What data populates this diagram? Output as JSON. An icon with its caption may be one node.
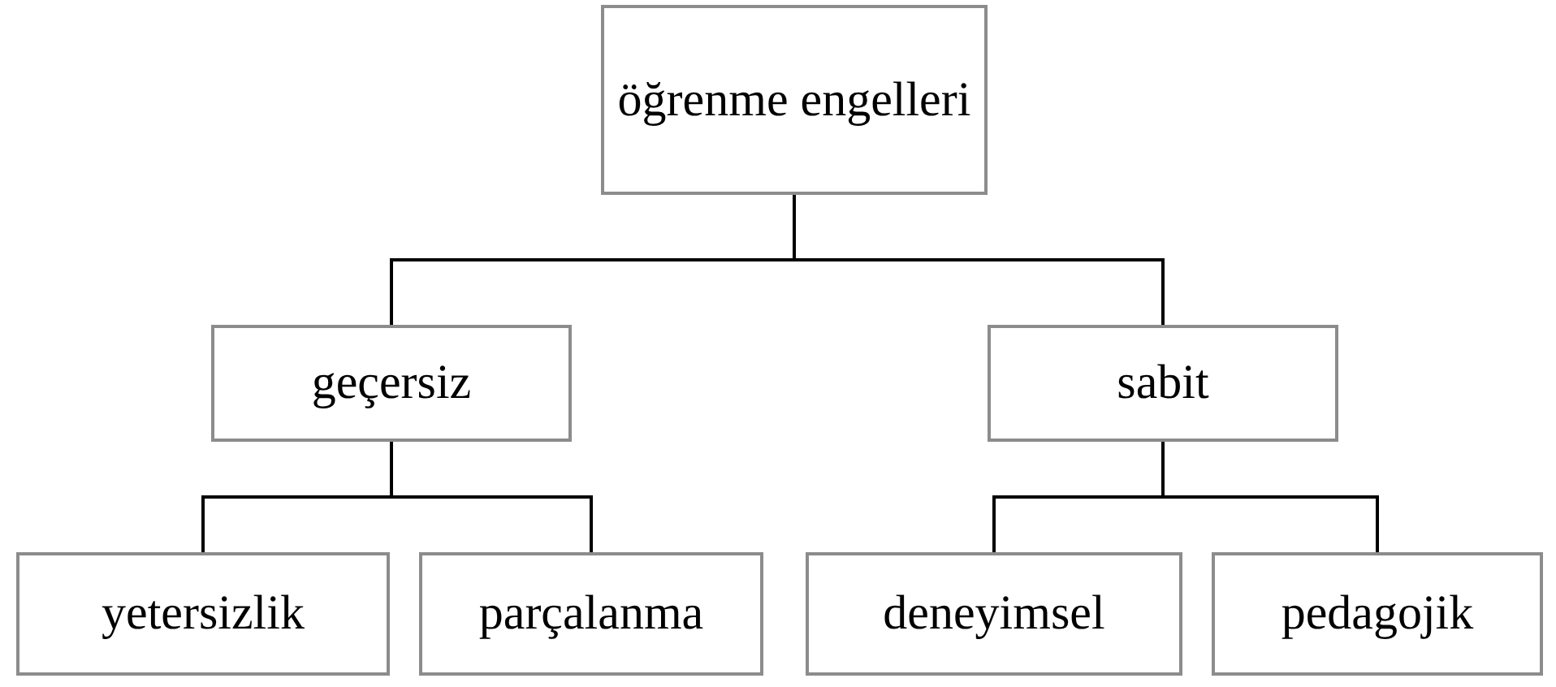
{
  "diagram": {
    "nodes": [
      {
        "text": [
          "öğrenme engelleri"
        ]
      },
      {
        "text": [
          "geçersiz"
        ]
      },
      {
        "text": [
          "sabit"
        ]
      },
      {
        "text": [
          "yetersizlik"
        ]
      },
      {
        "text": [
          "parçalanma"
        ]
      },
      {
        "text": [
          "deneyimsel"
        ]
      },
      {
        "text": [
          "pedagojik"
        ]
      }
    ],
    "edges": [
      {
        "from": 0,
        "to": 1,
        "arrow": "none"
      },
      {
        "from": 0,
        "to": 2,
        "arrow": "none"
      },
      {
        "from": 1,
        "to": 3,
        "arrow": "none"
      },
      {
        "from": 1,
        "to": 4,
        "arrow": "none"
      },
      {
        "from": 2,
        "to": 5,
        "arrow": "none"
      },
      {
        "from": 2,
        "to": 6,
        "arrow": "none"
      }
    ]
  }
}
